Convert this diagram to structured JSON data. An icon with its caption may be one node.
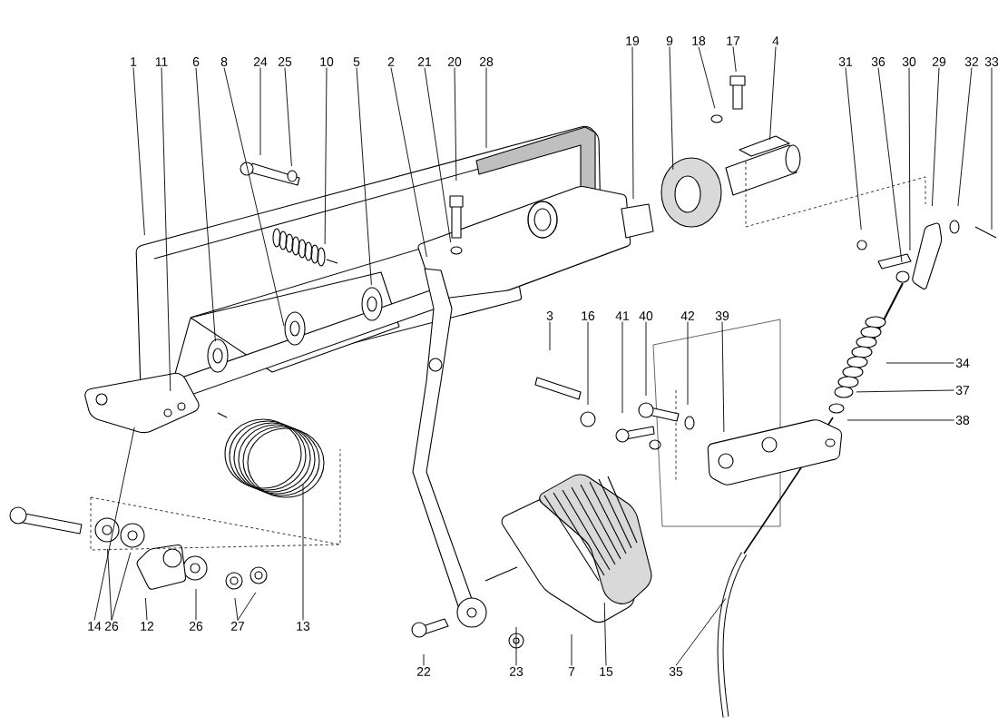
{
  "diagram": {
    "nodes": [
      {
        "text": [
          "1"
        ]
      },
      {
        "text": [
          "11"
        ]
      },
      {
        "text": [
          "6"
        ]
      },
      {
        "text": [
          "8"
        ]
      },
      {
        "text": [
          "24"
        ]
      },
      {
        "text": [
          "25"
        ]
      },
      {
        "text": [
          "10"
        ]
      },
      {
        "text": [
          "5"
        ]
      },
      {
        "text": [
          "2"
        ]
      },
      {
        "text": [
          "21"
        ]
      },
      {
        "text": [
          "20"
        ]
      },
      {
        "text": [
          "28"
        ]
      },
      {
        "text": [
          "19"
        ]
      },
      {
        "text": [
          "9"
        ]
      },
      {
        "text": [
          "18"
        ]
      },
      {
        "text": [
          "17"
        ]
      },
      {
        "text": [
          "4"
        ]
      },
      {
        "text": [
          "31"
        ]
      },
      {
        "text": [
          "36"
        ]
      },
      {
        "text": [
          "30"
        ]
      },
      {
        "text": [
          "29"
        ]
      },
      {
        "text": [
          "32"
        ]
      },
      {
        "text": [
          "33"
        ]
      },
      {
        "text": [
          "34"
        ]
      },
      {
        "text": [
          "37"
        ]
      },
      {
        "text": [
          "38"
        ]
      },
      {
        "text": [
          "3"
        ]
      },
      {
        "text": [
          "16"
        ]
      },
      {
        "text": [
          "41"
        ]
      },
      {
        "text": [
          "40"
        ]
      },
      {
        "text": [
          "42"
        ]
      },
      {
        "text": [
          "39"
        ]
      },
      {
        "text": [
          "14"
        ]
      },
      {
        "text": [
          "26"
        ]
      },
      {
        "text": [
          "12"
        ]
      },
      {
        "text": [
          "26"
        ]
      },
      {
        "text": [
          "27"
        ]
      },
      {
        "text": [
          "13"
        ]
      },
      {
        "text": [
          "22"
        ]
      },
      {
        "text": [
          "23"
        ]
      },
      {
        "text": [
          "7"
        ]
      },
      {
        "text": [
          "15"
        ]
      },
      {
        "text": [
          "35"
        ]
      }
    ],
    "edges": [
      {
        "from": 0,
        "to": null,
        "arrow": "none"
      },
      {
        "from": 1,
        "to": null,
        "arrow": "none"
      },
      {
        "from": 2,
        "to": null,
        "arrow": "none"
      },
      {
        "from": 3,
        "to": null,
        "arrow": "none"
      },
      {
        "from": 4,
        "to": null,
        "arrow": "none"
      },
      {
        "from": 5,
        "to": null,
        "arrow": "none"
      },
      {
        "from": 6,
        "to": null,
        "arrow": "none"
      },
      {
        "from": 7,
        "to": null,
        "arrow": "none"
      },
      {
        "from": 8,
        "to": null,
        "arrow": "none"
      },
      {
        "from": 9,
        "to": null,
        "arrow": "none"
      },
      {
        "from": 10,
        "to": null,
        "arrow": "none"
      },
      {
        "from": 11,
        "to": null,
        "arrow": "none"
      },
      {
        "from": 12,
        "to": null,
        "arrow": "none"
      },
      {
        "from": 13,
        "to": null,
        "arrow": "none"
      },
      {
        "from": 14,
        "to": null,
        "arrow": "none"
      },
      {
        "from": 15,
        "to": null,
        "arrow": "none"
      },
      {
        "from": 16,
        "to": null,
        "arrow": "none"
      },
      {
        "from": 17,
        "to": null,
        "arrow": "none"
      },
      {
        "from": 18,
        "to": null,
        "arrow": "none"
      },
      {
        "from": 19,
        "to": null,
        "arrow": "none"
      },
      {
        "from": 20,
        "to": null,
        "arrow": "none"
      },
      {
        "from": 21,
        "to": null,
        "arrow": "none"
      },
      {
        "from": 22,
        "to": null,
        "arrow": "none"
      },
      {
        "from": 23,
        "to": null,
        "arrow": "none"
      },
      {
        "from": 24,
        "to": null,
        "arrow": "none"
      },
      {
        "from": 25,
        "to": null,
        "arrow": "none"
      },
      {
        "from": 26,
        "to": null,
        "arrow": "none"
      },
      {
        "from": 27,
        "to": null,
        "arrow": "none"
      },
      {
        "from": 28,
        "to": null,
        "arrow": "none"
      },
      {
        "from": 29,
        "to": null,
        "arrow": "none"
      },
      {
        "from": 30,
        "to": null,
        "arrow": "none"
      },
      {
        "from": 31,
        "to": null,
        "arrow": "none"
      },
      {
        "from": 32,
        "to": null,
        "arrow": "none"
      },
      {
        "from": 33,
        "to": null,
        "arrow": "none"
      },
      {
        "from": 33,
        "to": null,
        "arrow": "none"
      },
      {
        "from": 34,
        "to": null,
        "arrow": "none"
      },
      {
        "from": 35,
        "to": null,
        "arrow": "none"
      },
      {
        "from": 36,
        "to": null,
        "arrow": "none"
      },
      {
        "from": 36,
        "to": null,
        "arrow": "none"
      },
      {
        "from": 37,
        "to": null,
        "arrow": "none"
      },
      {
        "from": 38,
        "to": null,
        "arrow": "none"
      },
      {
        "from": 39,
        "to": null,
        "arrow": "none"
      },
      {
        "from": 40,
        "to": null,
        "arrow": "none"
      },
      {
        "from": 41,
        "to": null,
        "arrow": "none"
      },
      {
        "from": 42,
        "to": null,
        "arrow": "none"
      }
    ]
  }
}
